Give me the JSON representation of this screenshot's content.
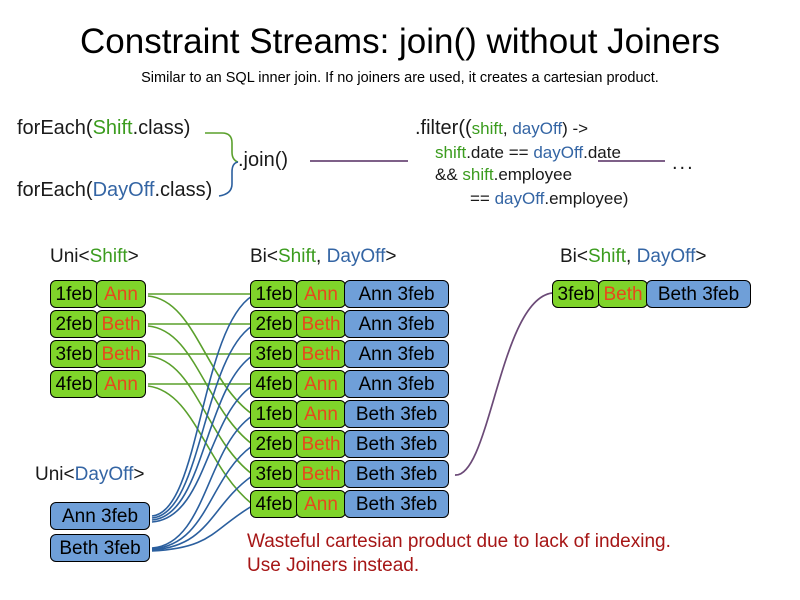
{
  "header": {
    "title": "Constraint Streams: join() without Joiners",
    "subtitle": "Similar to an SQL inner join. If no joiners are used, it creates a cartesian product."
  },
  "code": {
    "foreach_shift": {
      "prefix": "forEach(",
      "type": "Shift",
      "suffix": ".class)"
    },
    "foreach_dayoff": {
      "prefix": "forEach(",
      "type": "DayOff",
      "suffix": ".class)"
    },
    "join_label": ".join()",
    "filter": {
      "line1_a": ".filter((",
      "line1_shift": "shift",
      "line1_comma": ", ",
      "line1_dayoff": "dayOff",
      "line1_b": ") ->",
      "line2_shift": "shift",
      "line2_a": ".date == ",
      "line2_dayoff": "dayOff",
      "line2_b": ".date",
      "line3_a": "&& ",
      "line3_shift": "shift",
      "line3_b": ".employee",
      "line4_a": "== ",
      "line4_dayoff": "dayOff",
      "line4_b": ".employee)"
    },
    "ellipsis": "..."
  },
  "labels": {
    "uni_shift": {
      "prefix": "Uni<",
      "type": "Shift",
      "suffix": ">"
    },
    "bi_middle": {
      "prefix": "Bi<",
      "type1": "Shift",
      "comma": ", ",
      "type2": "DayOff",
      "suffix": ">"
    },
    "bi_right": {
      "prefix": "Bi<",
      "type1": "Shift",
      "comma": ", ",
      "type2": "DayOff",
      "suffix": ">"
    },
    "uni_dayoff": {
      "prefix": "Uni<",
      "type": "DayOff",
      "suffix": ">"
    }
  },
  "shifts": [
    {
      "date": "1feb",
      "employee": "Ann"
    },
    {
      "date": "2feb",
      "employee": "Beth"
    },
    {
      "date": "3feb",
      "employee": "Beth"
    },
    {
      "date": "4feb",
      "employee": "Ann"
    }
  ],
  "dayoffs": [
    {
      "text": "Ann 3feb"
    },
    {
      "text": "Beth 3feb"
    }
  ],
  "pairs": [
    {
      "date": "1feb",
      "employee": "Ann",
      "dayoff": "Ann 3feb"
    },
    {
      "date": "2feb",
      "employee": "Beth",
      "dayoff": "Ann 3feb"
    },
    {
      "date": "3feb",
      "employee": "Beth",
      "dayoff": "Ann 3feb"
    },
    {
      "date": "4feb",
      "employee": "Ann",
      "dayoff": "Ann 3feb"
    },
    {
      "date": "1feb",
      "employee": "Ann",
      "dayoff": "Beth 3feb"
    },
    {
      "date": "2feb",
      "employee": "Beth",
      "dayoff": "Beth 3feb"
    },
    {
      "date": "3feb",
      "employee": "Beth",
      "dayoff": "Beth 3feb"
    },
    {
      "date": "4feb",
      "employee": "Ann",
      "dayoff": "Beth 3feb"
    }
  ],
  "result": [
    {
      "date": "3feb",
      "employee": "Beth",
      "dayoff": "Beth 3feb"
    }
  ],
  "warning": {
    "line1": "Wasteful cartesian product due to lack of indexing.",
    "line2": "Use Joiners instead."
  },
  "colors": {
    "shift_green": "#7fd42a",
    "dayoff_blue": "#6f9fd8",
    "name_orange": "#e8481c",
    "type_green": "#3b9c1e",
    "type_blue": "#3465a4",
    "warning_red": "#a61616",
    "link_purple": "#6b4a77"
  }
}
